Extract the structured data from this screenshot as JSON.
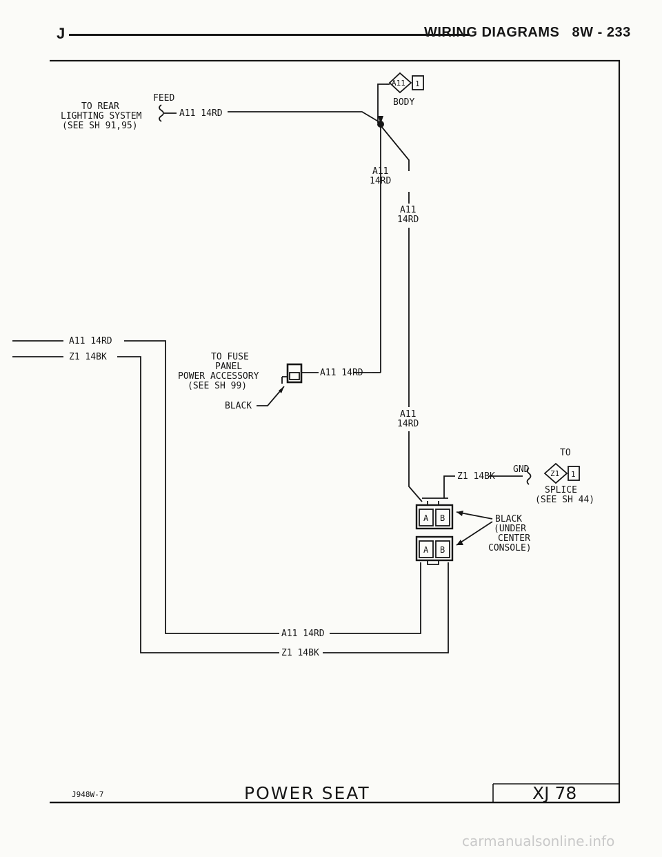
{
  "header": {
    "letter": "J",
    "title": "WIRING DIAGRAMS   8W - 233"
  },
  "labels": {
    "rear_line1": "TO REAR",
    "rear_line2": "LIGHTING SYSTEM",
    "rear_line3": "(SEE SH 91,95)",
    "feed": "FEED",
    "wire_a11_top": "A11 14RD",
    "conn_a11": "A11",
    "conn_a11_pin": "1",
    "body": "BODY",
    "vert1_a": "A11",
    "vert1_b": "14RD",
    "vert2_a": "A11",
    "vert2_b": "14RD",
    "left_a11": "A11 14RD",
    "left_z1": "Z1 14BK",
    "fuse_1": "TO FUSE",
    "fuse_2": "PANEL",
    "fuse_3": "POWER ACCESSORY",
    "fuse_4": "(SEE SH 99)",
    "fuse_wire": "A11 14RD",
    "black": "BLACK",
    "vert3_a": "A11",
    "vert3_b": "14RD",
    "to": "TO",
    "gnd": "GND",
    "z1_conn": "Z1",
    "z1_pin": "1",
    "z1_wire": "Z1 14BK",
    "splice1": "SPLICE",
    "splice2": "(SEE SH 44)",
    "black2_1": "BLACK",
    "black2_2": "(UNDER",
    "black2_3": "CENTER",
    "black2_4": "CONSOLE)",
    "pin_a": "A",
    "pin_b": "B",
    "bottom_a11": "A11 14RD",
    "bottom_z1": "Z1 14BK",
    "code": "J948W-7",
    "title": "POWER SEAT",
    "ref": "XJ 78",
    "watermark": "carmanualsonline.info"
  }
}
